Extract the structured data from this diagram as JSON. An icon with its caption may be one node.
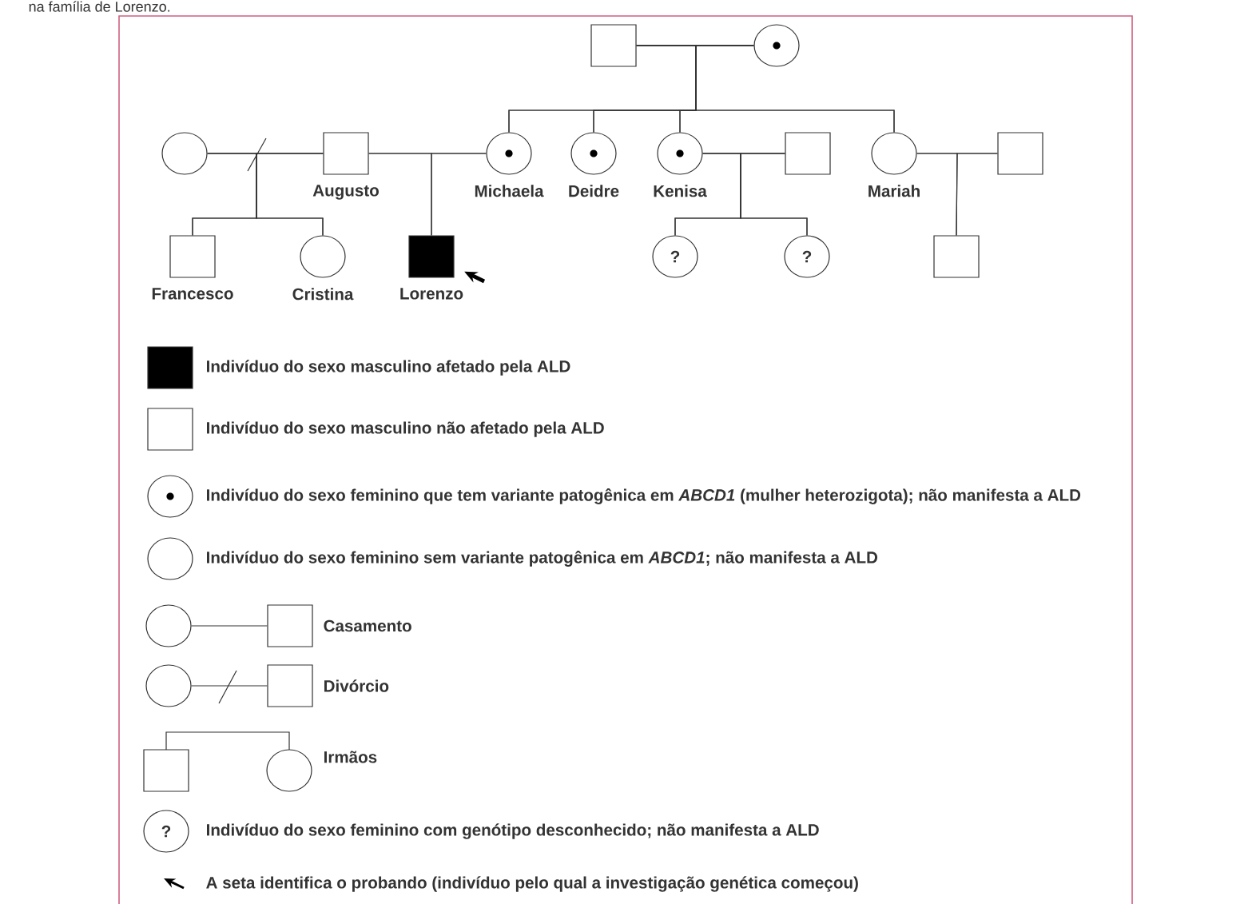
{
  "diagram": {
    "nodes": [
      {
        "text": [],
        "shape": "box"
      },
      {
        "text": [],
        "shape": "circle"
      },
      {
        "text": [],
        "shape": "circle"
      },
      {
        "text": [],
        "shape": "box",
        "beside": [
          "Augusto"
        ]
      },
      {
        "text": [],
        "shape": "circle",
        "beside": [
          "Michaela"
        ]
      },
      {
        "text": [],
        "shape": "circle",
        "beside": [
          "Deidre"
        ]
      },
      {
        "text": [],
        "shape": "circle",
        "beside": [
          "Kenisa"
        ]
      },
      {
        "text": [],
        "shape": "box"
      },
      {
        "text": [],
        "shape": "circle",
        "beside": [
          "Mariah"
        ]
      },
      {
        "text": [],
        "shape": "box"
      },
      {
        "text": [],
        "shape": "box",
        "beside": [
          "Francesco"
        ]
      },
      {
        "text": [],
        "shape": "circle",
        "beside": [
          "Cristina"
        ]
      },
      {
        "text": [],
        "shape": "box",
        "beside": [
          "Lorenzo"
        ]
      },
      {
        "text": [
          "?"
        ]
      },
      {
        "text": [
          "?"
        ]
      },
      {
        "text": [],
        "shape": "box"
      }
    ],
    "edges": [
      {
        "from": 0,
        "to": 1,
        "arrow": "none"
      },
      {
        "from": 2,
        "to": 3,
        "arrow": "none"
      },
      {
        "from": 3,
        "to": 4,
        "arrow": "none"
      },
      {
        "from": 6,
        "to": 7,
        "arrow": "none"
      },
      {
        "from": 8,
        "to": 9,
        "arrow": "none"
      },
      {
        "from": 0,
        "to": 4,
        "arrow": "none"
      },
      {
        "from": 0,
        "to": 5,
        "arrow": "none"
      },
      {
        "from": 0,
        "to": 6,
        "arrow": "none"
      },
      {
        "from": 0,
        "to": 8,
        "arrow": "none"
      },
      {
        "from": 1,
        "to": 4,
        "arrow": "none"
      },
      {
        "from": 1,
        "to": 5,
        "arrow": "none"
      },
      {
        "from": 1,
        "to": 6,
        "arrow": "none"
      },
      {
        "from": 1,
        "to": 8,
        "arrow": "none"
      },
      {
        "from": 2,
        "to": 10,
        "arrow": "none"
      },
      {
        "from": 2,
        "to": 11,
        "arrow": "none"
      },
      {
        "from": 3,
        "to": 10,
        "arrow": "none"
      },
      {
        "from": 3,
        "to": 11,
        "arrow": "none"
      },
      {
        "from": 3,
        "to": 12,
        "arrow": "none"
      },
      {
        "from": 4,
        "to": 12,
        "arrow": "none"
      },
      {
        "from": 6,
        "to": 13,
        "arrow": "none"
      },
      {
        "from": 6,
        "to": 14,
        "arrow": "none"
      },
      {
        "from": 7,
        "to": 13,
        "arrow": "none"
      },
      {
        "from": 7,
        "to": 14,
        "arrow": "none"
      },
      {
        "from": 8,
        "to": 15,
        "arrow": "none"
      },
      {
        "from": 9,
        "to": 15,
        "arrow": "none"
      },
      {
        "from": null,
        "to": 12,
        "arrow": "to",
        "style": "thick"
      }
    ],
    "labels": [
      "na família de Lorenzo.",
      "?"
    ],
    "legend": [
      {
        "text": "Indivíduo do sexo masculino afetado pela ALD"
      },
      {
        "text": "Indivíduo do sexo masculino não afetado pela ALD"
      },
      {
        "text": "Indivíduo do sexo feminino que tem variante patogênica em *ABCD1* (mulher heterozigota); não manifesta a ALD"
      },
      {
        "text": "Indivíduo do sexo feminino sem variante patogênica em *ABCD1*; não manifesta a ALD"
      },
      {
        "text": "Casamento"
      },
      {
        "text": "Divórcio"
      },
      {
        "text": "Irmãos"
      },
      {
        "text": "Indivíduo do sexo feminino com genótipo desconhecido; não manifesta a ALD"
      },
      {
        "text": "A seta identifica o probando (indivíduo pelo qual a investigação genética começou)"
      }
    ]
  }
}
